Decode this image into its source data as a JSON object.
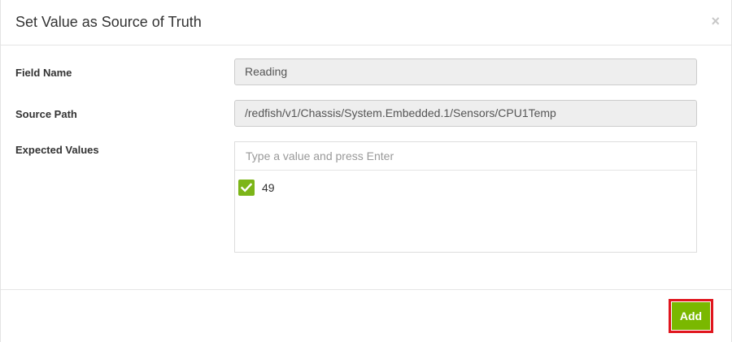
{
  "dialog": {
    "title": "Set Value as Source of Truth",
    "close_symbol": "×"
  },
  "form": {
    "field_name": {
      "label": "Field Name",
      "value": "Reading"
    },
    "source_path": {
      "label": "Source Path",
      "value": "/redfish/v1/Chassis/System.Embedded.1/Sensors/CPU1Temp"
    },
    "expected_values": {
      "label": "Expected Values",
      "placeholder": "Type a value and press Enter",
      "items": [
        {
          "value": "49",
          "checked": true,
          "icon": "check-icon"
        }
      ]
    }
  },
  "footer": {
    "add_label": "Add"
  },
  "colors": {
    "accent_green": "#7ab800",
    "highlight_red": "#e0161e"
  }
}
